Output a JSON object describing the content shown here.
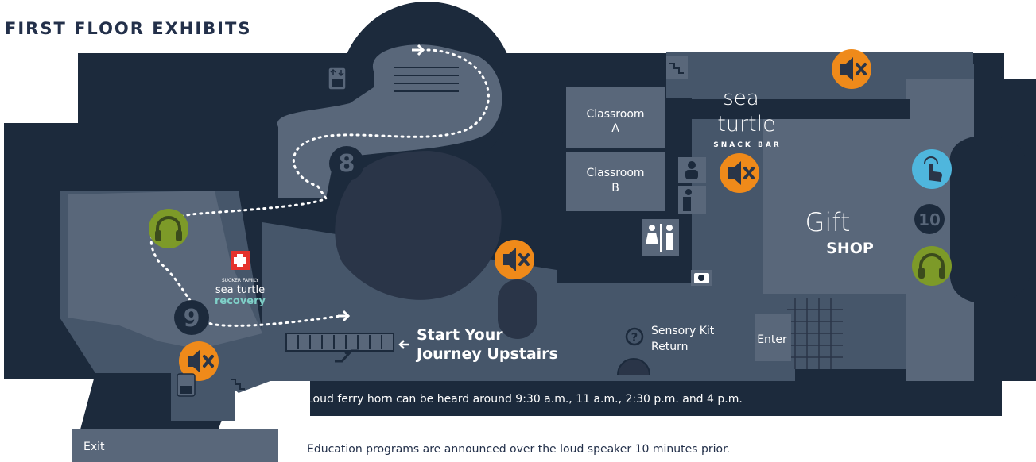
{
  "map": {
    "title": "FIRST FLOOR EXHIBITS",
    "rooms": {
      "classroom_a": [
        "Classroom",
        "A"
      ],
      "classroom_b": [
        "Classroom",
        "B"
      ],
      "gift_line1": "Gift",
      "gift_line2": "SHOP",
      "enter": "Enter",
      "exit": "Exit"
    },
    "snack_bar": {
      "line1": "sea",
      "line2": "turtle",
      "line3": "SNACK BAR"
    },
    "recovery": {
      "line1": "SUCKER FAMILY",
      "line2": "sea turtle",
      "line3": "recovery"
    },
    "start_journey": [
      "Start Your",
      "Journey Upstairs"
    ],
    "sensory_kit": [
      "Sensory Kit",
      "Return"
    ],
    "exhibit_numbers": [
      "8",
      "9",
      "10"
    ],
    "notices": {
      "ferry": "Loud ferry horn can be heard around 9:30 a.m., 11 a.m., 2:30 p.m. and 4 p.m.",
      "education": "Education programs are announced over the loud speaker 10 minutes prior."
    },
    "colors": {
      "background": "#1c2a3c",
      "floor": "#46566a",
      "exhibit": "#59677a",
      "dark_area": "#202d40",
      "loud": "#ef8a1a",
      "quiet": "#7d9a28",
      "touch": "#4fb6dd",
      "title": "#23304a"
    },
    "icons": {
      "loud_sound": "speaker-muted-icon",
      "quiet_zone": "headphones-icon",
      "touch": "touch-hand-icon",
      "elevator": "elevator-icon",
      "stairs": "stairs-icon",
      "restroom": "restroom-icon",
      "family_restroom": "family-restroom-icon",
      "water_fountain": "water-fountain-icon",
      "photo": "camera-icon",
      "help": "question-icon",
      "escalator": "escalator-icon",
      "first_aid": "first-aid-icon"
    }
  }
}
